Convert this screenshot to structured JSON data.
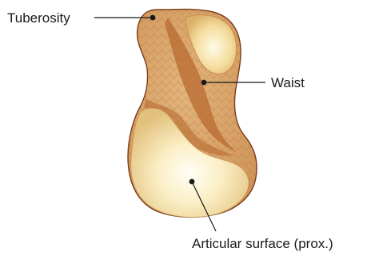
{
  "labels": {
    "tuberosity": "Tuberosity",
    "waist": "Waist",
    "articular_surface": "Articular surface (prox.)"
  },
  "colors": {
    "outline": "#7a3b1a",
    "bone_base": "#d9a86c",
    "bone_dark": "#b86a30",
    "bone_texture": "#c7894e",
    "cartilage_light": "#fffdf2",
    "cartilage_mid": "#f2dc9e",
    "cartilage_edge": "#d9b56e",
    "leader_line": "#1a1a1a"
  }
}
